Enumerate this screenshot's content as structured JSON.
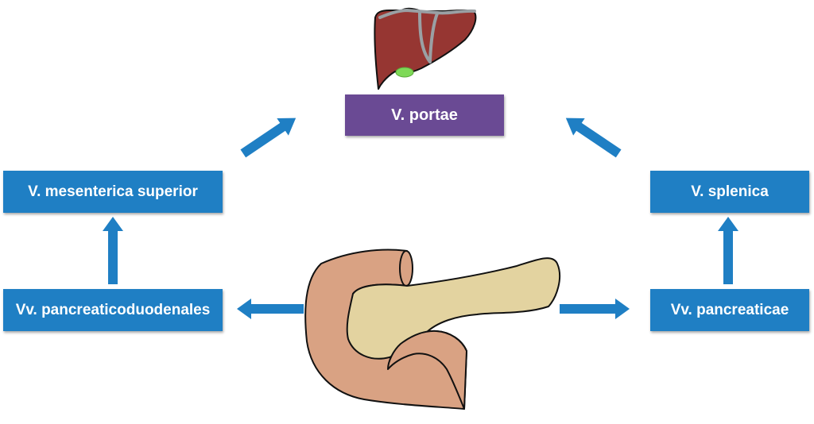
{
  "diagram": {
    "center": {
      "label": "V. portae",
      "color": "#6a4a94"
    },
    "left_upper": {
      "label": "V. mesenterica superior",
      "color": "#1f7fc4"
    },
    "left_lower": {
      "label": "Vv. pancreaticoduodenales",
      "color": "#1f7fc4"
    },
    "right_upper": {
      "label": "V. splenica",
      "color": "#1f7fc4"
    },
    "right_lower": {
      "label": "Vv. pancreaticae",
      "color": "#1f7fc4"
    },
    "icons": {
      "top": "liver-icon",
      "bottom": "pancreas-duodenum-icon"
    },
    "colors": {
      "arrow": "#1f7fc4",
      "liver": "#963632",
      "gallbladder": "#7ed957",
      "duodenum": "#d9a283",
      "pancreas": "#e3d3a0"
    }
  }
}
